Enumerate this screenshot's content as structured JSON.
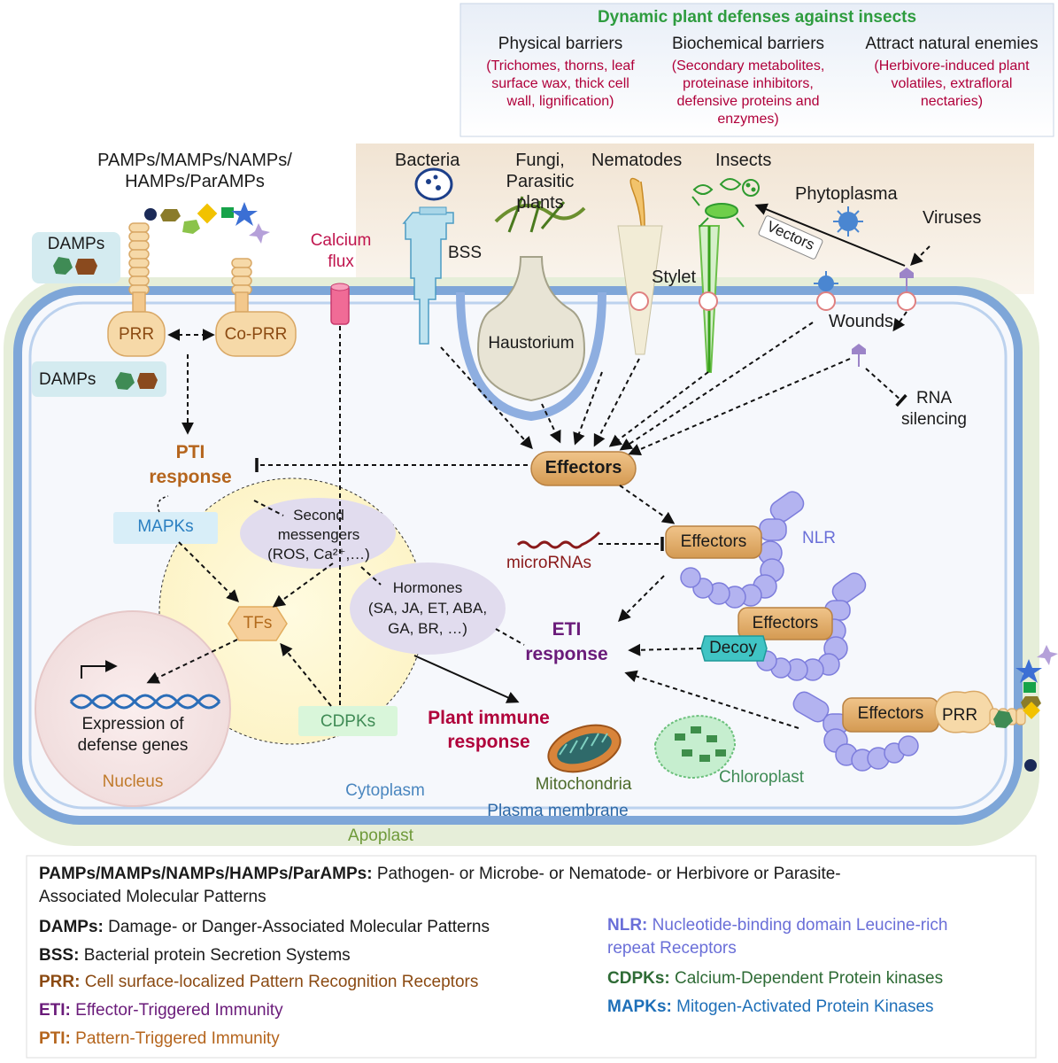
{
  "header": {
    "title": "Dynamic plant defenses against insects",
    "col1_title": "Physical barriers",
    "col1_line1": "(Trichomes, thorns, leaf",
    "col1_line2": "surface wax, thick cell",
    "col1_line3": "wall, lignification)",
    "col2_title": "Biochemical barriers",
    "col2_line1": "(Secondary metabolites,",
    "col2_line2": "proteinase inhibitors,",
    "col2_line3": "defensive proteins and",
    "col2_line4": "enzymes)",
    "col3_title": "Attract natural enemies",
    "col3_line1": "(Herbivore-induced plant",
    "col3_line2": "volatiles, extrafloral",
    "col3_line3": "nectaries)"
  },
  "labels": {
    "pamps_line1": "PAMPs/MAMPs/NAMPs/",
    "pamps_line2": "HAMPs/ParAMPs",
    "damps_top": "DAMPs",
    "damps_in": "DAMPs",
    "calcium_line1": "Calcium",
    "calcium_line2": "flux",
    "bacteria": "Bacteria",
    "bss": "BSS",
    "fungi_line1": "Fungi,",
    "fungi_line2": "Parasitic",
    "fungi_line3": "plants",
    "nematodes": "Nematodes",
    "insects": "Insects",
    "phytoplasma": "Phytoplasma",
    "viruses": "Viruses",
    "vectors": "Vectors",
    "stylet": "Stylet",
    "wounds": "Wounds",
    "haustorium": "Haustorium",
    "prr": "PRR",
    "co_prr": "Co-PRR",
    "rna_line1": "RNA",
    "rna_line2": "silencing",
    "pti_line1": "PTI",
    "pti_line2": "response",
    "effectors_main": "Effectors",
    "effectors_nlr": "Effectors",
    "effectors_decoy": "Effectors",
    "effectors_prr": "Effectors",
    "prr_right": "PRR",
    "nlr": "NLR",
    "decoy": "Decoy",
    "mapks": "MAPKs",
    "second_line1": "Second",
    "second_line2": "messengers",
    "second_line3": "(ROS, Ca²⁺,…)",
    "hormones_line1": "Hormones",
    "hormones_line2": "(SA, JA, ET, ABA,",
    "hormones_line3": "GA, BR, …)",
    "microRNAs": "microRNAs",
    "eti_line1": "ETI",
    "eti_line2": "response",
    "tfs": "TFs",
    "expr_line1": "Expression of",
    "expr_line2": "defense genes",
    "nucleus": "Nucleus",
    "cdpks": "CDPKs",
    "immune_line1": "Plant immune",
    "immune_line2": "response",
    "cytoplasm": "Cytoplasm",
    "mitochondria": "Mitochondria",
    "chloroplast": "Chloroplast",
    "plasma_membrane": "Plasma membrane",
    "apoplast": "Apoplast"
  },
  "legend": {
    "pamps_key": "PAMPs/MAMPs/NAMPs/HAMPs/ParAMPs:",
    "pamps_def_line1": "Pathogen- or Microbe- or Nematode- or Herbivore or Parasite-",
    "pamps_def_line2": "Associated Molecular Patterns",
    "damps_key": "DAMPs:",
    "damps_def": "Damage- or Danger-Associated Molecular Patterns",
    "bss_key": "BSS:",
    "bss_def": "Bacterial protein Secretion Systems",
    "prr_key": "PRR:",
    "prr_def": "Cell surface-localized Pattern Recognition Receptors",
    "eti_key": "ETI:",
    "eti_def": "Effector-Triggered Immunity",
    "pti_key": "PTI:",
    "pti_def": "Pattern-Triggered Immunity",
    "nlr_key": "NLR:",
    "nlr_def_line1": "Nucleotide-binding domain Leucine-rich",
    "nlr_def_line2": "repeat Receptors",
    "cdpks_key": "CDPKs:",
    "cdpks_def": "Calcium-Dependent Protein kinases",
    "mapks_key": "MAPKs:",
    "mapks_def": "Mitogen-Activated Protein Kinases"
  },
  "colors": {
    "title_green": "#2e9c3f",
    "crimson": "#b0003a",
    "brown": "#8b4a12",
    "purple": "#6a1b7a",
    "lavender": "#6a6fd8",
    "blue": "#4a86bf",
    "membrane": "#7aa2d6",
    "apoplast": "#e3ecd6",
    "effector_orange": "#e0ab65"
  }
}
